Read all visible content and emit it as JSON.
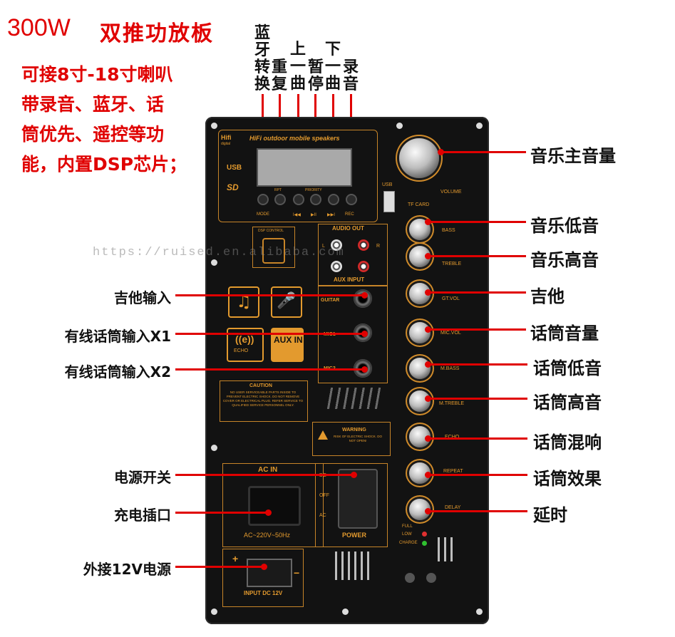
{
  "header": {
    "wattage": "300W",
    "title": "双推功放板",
    "features": [
      "可接8寸-18寸喇叭",
      "带录音、蓝牙、话",
      "筒优先、遥控等功",
      "能，内置DSP芯片；"
    ]
  },
  "buttons_labels": {
    "bt": "蓝牙转换",
    "repeat": "重复",
    "prev": "上一曲",
    "pause": "暂停",
    "next": "下一曲",
    "record": "录音"
  },
  "right_labels": [
    "音乐主音量",
    "音乐低音",
    "音乐高音",
    "吉他",
    "话筒音量",
    "话筒低音",
    "话筒高音",
    "话筒混响",
    "话筒效果",
    "延时"
  ],
  "left_labels": [
    "吉他输入",
    "有线话筒输入X1",
    "有线话筒输入X2",
    "电源开关",
    "充电插口",
    "外接12V电源"
  ],
  "watermark": "https://ruised.en.alibaba.com",
  "panel": {
    "hifi_text": "HiFi outdoor mobile speakers",
    "logo_text": "Hifi",
    "logo_sub": "digital",
    "usb_logo": "USB",
    "sd_logo": "SD",
    "btn_labels": [
      "MODE",
      "",
      "I◀◀",
      "▶II",
      "▶▶I",
      "REC"
    ],
    "btn_sub": [
      "",
      "RPT",
      "",
      "PRIORITY",
      "",
      ""
    ],
    "usb": "USB",
    "tf": "TF CARD",
    "volume": "VOLUME",
    "knob_labels": [
      "BASS",
      "TREBLE",
      "GT.VOL",
      "MIC.VOL",
      "M.BASS",
      "M.TREBLE",
      "ECHO",
      "REPEAT",
      "DELAY"
    ],
    "dsp": "DSP CONTROL",
    "audio_out": "AUDIO OUT",
    "aux_input": "AUX INPUT",
    "l": "L",
    "r": "R",
    "guitar": "GUITAR",
    "mic1": "MIC1",
    "mic2": "MIC2",
    "echo": "ECHO",
    "aux_in": "AUX IN",
    "caution_title": "CAUTION",
    "caution_text": "NO USER SERVICEABLE PARTS INSIDE TO PREVENT ELECTRIC SHOCK. DO NOT REMOVE COVER OR ELECTRICAL PLUG. REFER SERVICE TO QUALIFIED SERVICE PERSONNEL ONLY.",
    "warning_title": "WARNING",
    "warning_text": "RISK OF ELECTRIC SHOCK. DO NOT OPEN!",
    "ac_in": "AC IN",
    "ac_spec": "AC~220V~50Hz",
    "dc": "DC",
    "off": "OFF",
    "ac": "AC",
    "power": "POWER",
    "input_dc": "INPUT DC 12V",
    "full": "FULL",
    "low": "LOW",
    "charge": "CHARGE",
    "plus": "+",
    "minus": "−"
  },
  "colors": {
    "label_red": "#e00000",
    "panel_orange": "#e39a2e",
    "panel_bg": "#121212"
  }
}
